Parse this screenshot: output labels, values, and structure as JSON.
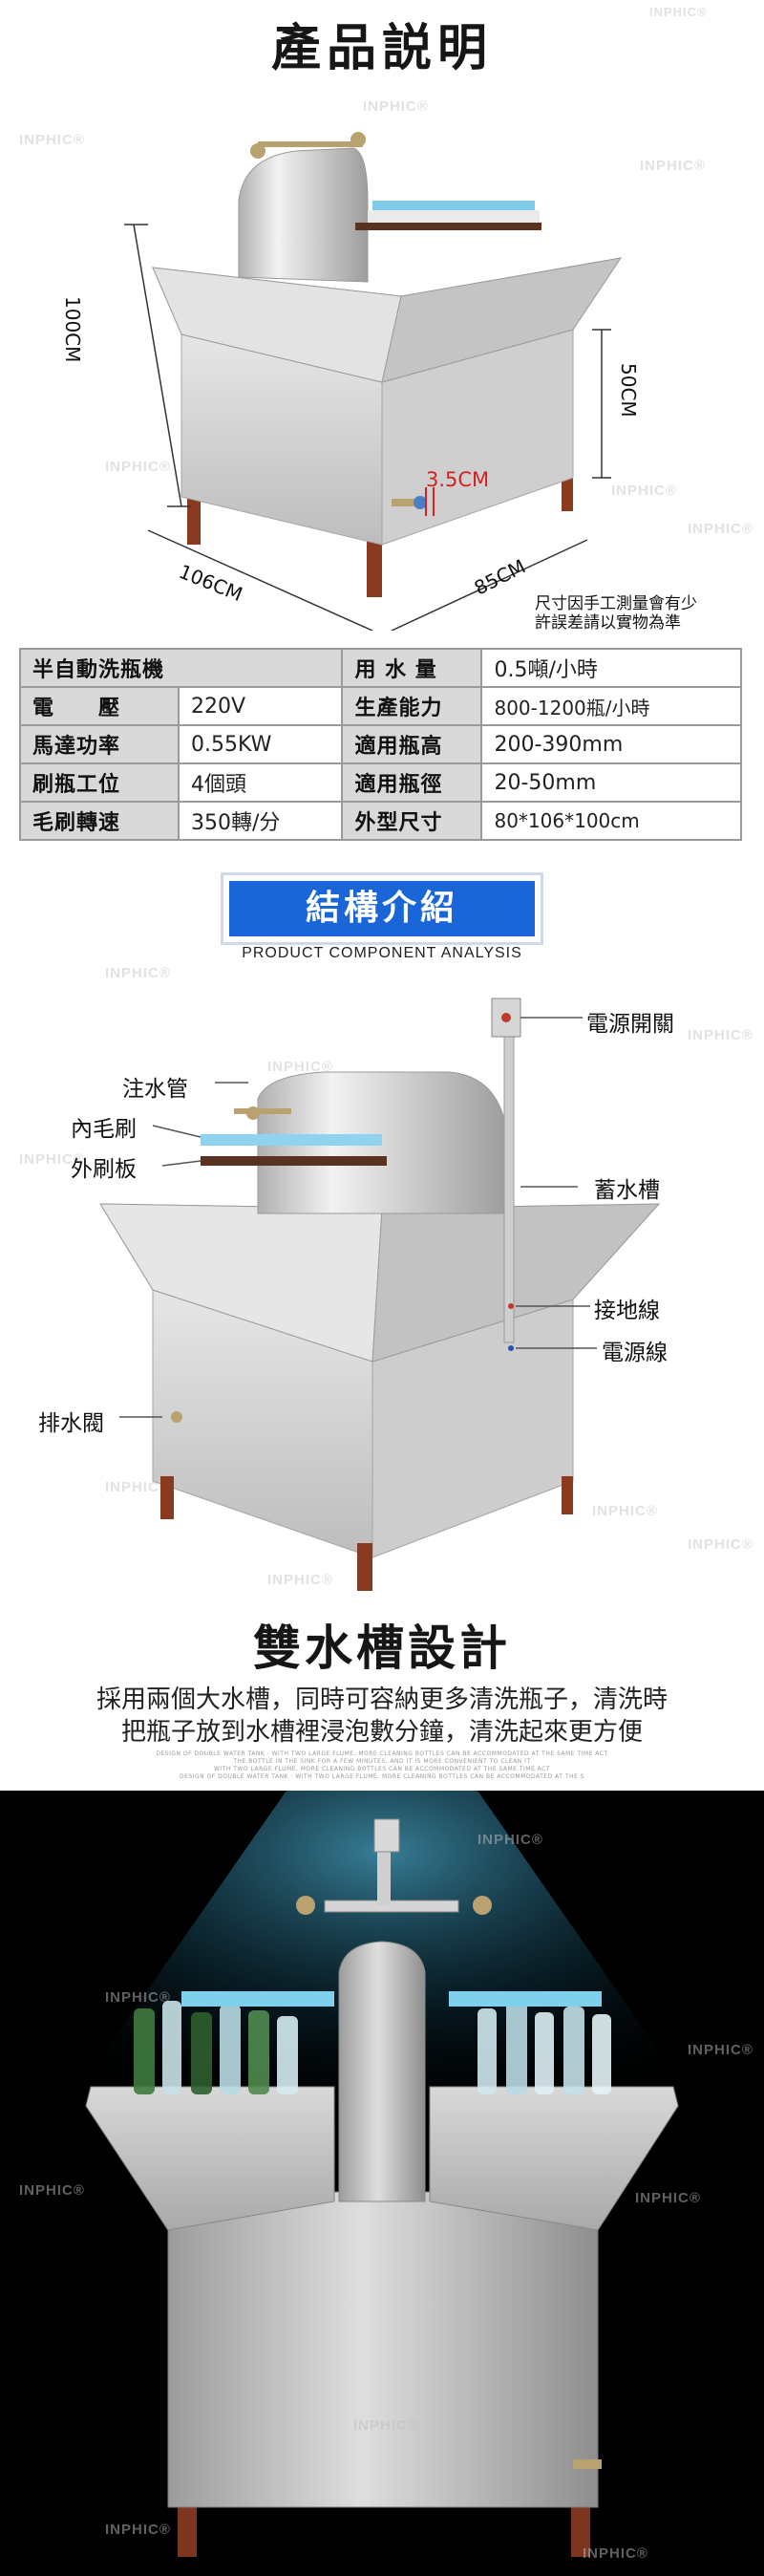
{
  "watermark": "INPHIC®",
  "section1": {
    "title": "產品説明",
    "dims": {
      "height": "100CM",
      "sink_height": "50CM",
      "width": "106CM",
      "depth": "85CM",
      "pipe": "3.5CM"
    },
    "note_line1": "尺寸因手工測量會有少",
    "note_line2": "許誤差請以實物為準"
  },
  "spec": {
    "name_label": "半自動洗瓶機",
    "rows": [
      {
        "k1": "電　　壓",
        "v1": "220V",
        "k2": "生產能力",
        "v2": "800-1200瓶/小時"
      },
      {
        "k1": "馬達功率",
        "v1": "0.55KW",
        "k2": "適用瓶高",
        "v2": "200-390mm"
      },
      {
        "k1": "刷瓶工位",
        "v1": "4個頭",
        "k2": "適用瓶徑",
        "v2": "20-50mm"
      },
      {
        "k1": "毛刷轉速",
        "v1": "350轉/分",
        "k2": "外型尺寸",
        "v2": "80*106*100cm"
      }
    ],
    "water_label": "用 水 量",
    "water_value": "0.5噸/小時"
  },
  "section2": {
    "title": "結構介紹",
    "subtitle": "PRODUCT COMPONENT ANALYSIS",
    "labels": {
      "power_switch": "電源開關",
      "inlet_pipe": "注水管",
      "inner_brush": "內毛刷",
      "outer_brush": "外刷板",
      "water_tank": "蓄水槽",
      "ground_wire": "接地線",
      "power_cord": "電源線",
      "drain_valve": "排水閥"
    }
  },
  "section3": {
    "title": "雙水槽設計",
    "line1": "採用兩個大水槽，同時可容納更多清洗瓶子，清洗時",
    "line2": "把瓶子放到水槽裡浸泡數分鐘，清洗起來更方便",
    "fine1": "DESIGN OF DOUBLE WATER TANK · WITH TWO LARGE FLUME, MORE CLEANING BOTTLES CAN BE ACCOMMODATED AT THE SAME TIME ACT",
    "fine2": "THE BOTTLE IN THE SINK FOR A FEW MINUTES, AND IT IS MORE CONVENIENT TO CLEAN IT",
    "fine3": "WITH TWO LARGE FLUME, MORE CLEANING BOTTLES CAN BE ACCOMMODATED AT THE SAME TIME ACT",
    "fine4": "DESIGN OF DOUBLE WATER TANK · WITH TWO LARGE FLUME, MORE CLEANING BOTTLES CAN BE ACCOMMODATED AT THE S"
  }
}
